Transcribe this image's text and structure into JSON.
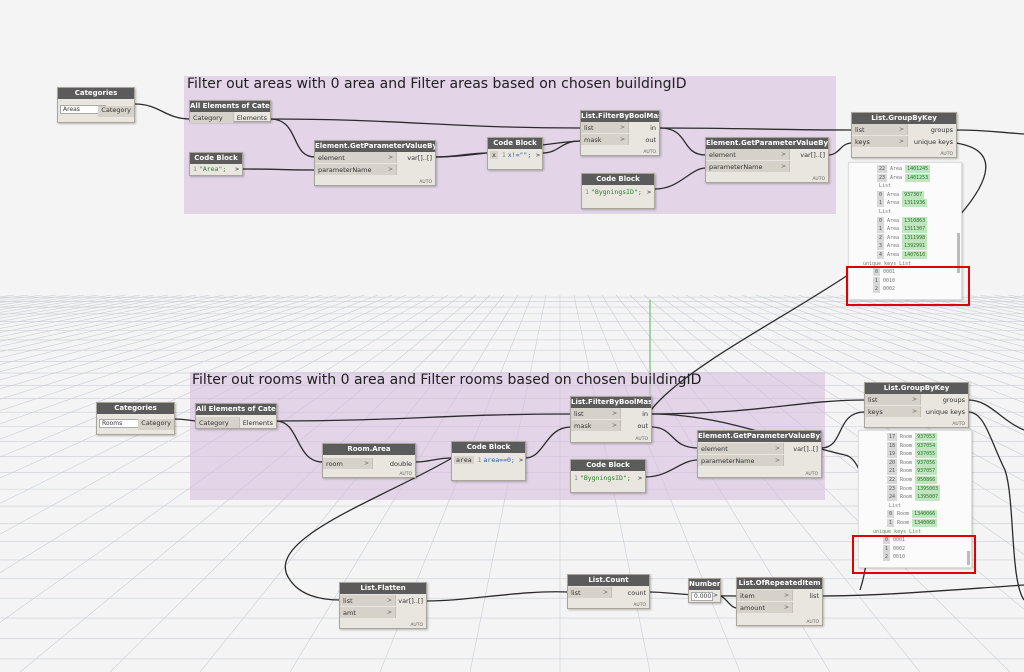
{
  "colors": {
    "group_fill": "#d6bade",
    "node_header": "#5b5b5b",
    "highlight": "#e00000",
    "green_value": "#bfe6bf"
  },
  "groups": {
    "areas": {
      "title": "Filter out areas with 0 area and Filter areas based on chosen buildingID"
    },
    "rooms": {
      "title": "Filter out rooms with 0 area and Filter rooms based on chosen buildingID"
    }
  },
  "nodes": {
    "categories_areas": {
      "title": "Categories",
      "selected": "Areas",
      "out": "Category"
    },
    "all_elements_areas": {
      "title": "All Elements of Category",
      "in": "Category",
      "out": "Elements"
    },
    "code_area_str": {
      "title": "Code Block",
      "code": "\"Area\";",
      "line": "1"
    },
    "getparam_areas": {
      "title": "Element.GetParameterValueByName",
      "in1": "element",
      "in2": "parameterName",
      "out": "var[]..[]",
      "auto": "AUTO"
    },
    "code_neq": {
      "title": "Code Block",
      "code": "x!=\"\";",
      "line": "1",
      "in": "x"
    },
    "filterbool_areas": {
      "title": "List.FilterByBoolMask",
      "in1": "list",
      "in2": "mask",
      "out1": "in",
      "out2": "out",
      "auto": "AUTO"
    },
    "code_byg_areas": {
      "title": "Code Block",
      "code": "\"BygningsID\";",
      "line": "1"
    },
    "getparam_areas2": {
      "title": "Element.GetParameterValueByName",
      "in1": "element",
      "in2": "parameterName",
      "out": "var[]..[]",
      "auto": "AUTO"
    },
    "groupbykey_areas": {
      "title": "List.GroupByKey",
      "in1": "list",
      "in2": "keys",
      "out1": "groups",
      "out2": "unique keys",
      "auto": "AUTO"
    },
    "categories_rooms": {
      "title": "Categories",
      "selected": "Rooms",
      "out": "Category"
    },
    "all_elements_rooms": {
      "title": "All Elements of Category",
      "in": "Category",
      "out": "Elements"
    },
    "room_area": {
      "title": "Room.Area",
      "in": "room",
      "out": "double",
      "auto": "AUTO"
    },
    "code_area_eq": {
      "title": "Code Block",
      "code": "area==0;",
      "line": "1",
      "in": "area"
    },
    "filterbool_rooms": {
      "title": "List.FilterByBoolMask",
      "in1": "list",
      "in2": "mask",
      "out1": "in",
      "out2": "out",
      "auto": "AUTO"
    },
    "code_byg_rooms": {
      "title": "Code Block",
      "code": "\"BygningsID\";",
      "line": "1"
    },
    "getparam_rooms": {
      "title": "Element.GetParameterValueByName",
      "in1": "element",
      "in2": "parameterName",
      "out": "var[]..[]",
      "auto": "AUTO"
    },
    "groupbykey_rooms": {
      "title": "List.GroupByKey",
      "in1": "list",
      "in2": "keys",
      "out1": "groups",
      "out2": "unique keys",
      "auto": "AUTO"
    },
    "list_flatten": {
      "title": "List.Flatten",
      "in1": "list",
      "in2": "amt",
      "out": "var[]..[]",
      "auto": "AUTO"
    },
    "list_count": {
      "title": "List.Count",
      "in": "list",
      "out": "count",
      "auto": "AUTO"
    },
    "number": {
      "title": "Number",
      "value": "0.000"
    },
    "list_repeated": {
      "title": "List.OfRepeatedItem",
      "in1": "item",
      "in2": "amount",
      "out": "list",
      "auto": "AUTO"
    }
  },
  "preview_areas": {
    "rows": [
      {
        "i": "22",
        "t": "Area",
        "v": "1401245"
      },
      {
        "i": "23",
        "t": "Area",
        "v": "1401253"
      },
      {
        "t": "List"
      },
      {
        "i": "0",
        "t": "Area",
        "v": "937307"
      },
      {
        "i": "1",
        "t": "Area",
        "v": "1311936"
      },
      {
        "t": "List"
      },
      {
        "i": "0",
        "t": "Area",
        "v": "1310863"
      },
      {
        "i": "1",
        "t": "Area",
        "v": "1311307"
      },
      {
        "i": "2",
        "t": "Area",
        "v": "1311998"
      },
      {
        "i": "3",
        "t": "Area",
        "v": "1392991"
      },
      {
        "i": "4",
        "t": "Area",
        "v": "1407610"
      }
    ],
    "keys_label": "unique keys List",
    "keys": [
      {
        "i": "0",
        "v": "0001"
      },
      {
        "i": "1",
        "v": "0010"
      },
      {
        "i": "2",
        "v": "0002"
      }
    ]
  },
  "preview_rooms": {
    "rows": [
      {
        "i": "17",
        "t": "Room",
        "v": "937053"
      },
      {
        "i": "18",
        "t": "Room",
        "v": "937054"
      },
      {
        "i": "19",
        "t": "Room",
        "v": "937055"
      },
      {
        "i": "20",
        "t": "Room",
        "v": "937056"
      },
      {
        "i": "21",
        "t": "Room",
        "v": "937057"
      },
      {
        "i": "22",
        "t": "Room",
        "v": "950866"
      },
      {
        "i": "23",
        "t": "Room",
        "v": "1395003"
      },
      {
        "i": "24",
        "t": "Room",
        "v": "1395007"
      },
      {
        "t": "List"
      },
      {
        "i": "0",
        "t": "Room",
        "v": "1340066"
      },
      {
        "i": "1",
        "t": "Room",
        "v": "1340068"
      }
    ],
    "keys_label": "unique keys List",
    "keys": [
      {
        "i": "0",
        "v": "0001"
      },
      {
        "i": "1",
        "v": "0002"
      },
      {
        "i": "2",
        "v": "0010"
      }
    ]
  }
}
